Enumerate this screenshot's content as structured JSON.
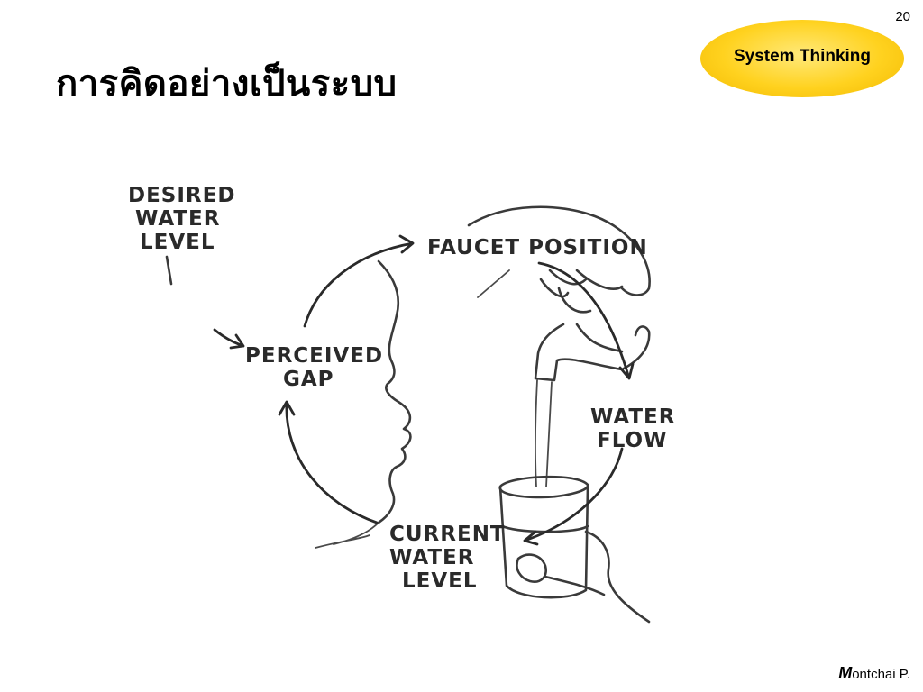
{
  "slide": {
    "number": "20",
    "badge": "System Thinking",
    "title": "การคิดอย่างเป็นระบบ",
    "footer_initial": "M",
    "footer_rest": "ontchai P."
  },
  "diagram": {
    "desired_water_level": [
      "DESIRED",
      "WATER",
      "LEVEL"
    ],
    "perceived_gap": [
      "PERCEIVED",
      "GAP"
    ],
    "faucet_position": "FAUCET POSITION",
    "water_flow": [
      "WATER",
      "FLOW"
    ],
    "current_water_level": [
      "CURRENT",
      "WATER",
      "LEVEL"
    ]
  },
  "colors": {
    "badge_fill": "#ffd21f",
    "ink": "#2a2a2a"
  }
}
